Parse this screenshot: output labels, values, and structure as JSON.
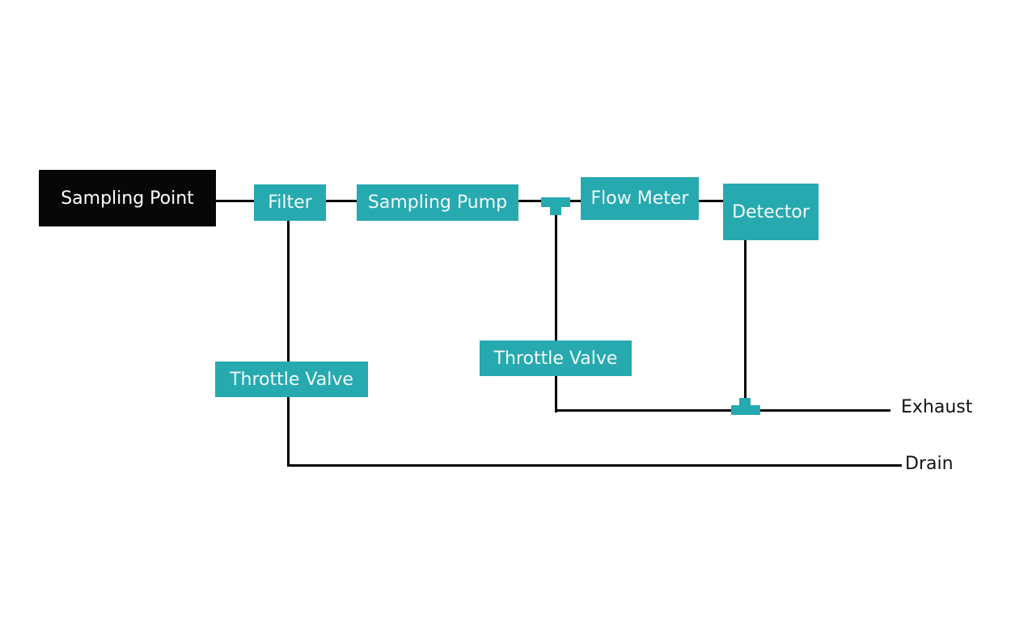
{
  "diagram": {
    "nodes": {
      "sampling_point": "Sampling Point",
      "filter": "Filter",
      "sampling_pump": "Sampling Pump",
      "flow_meter": "Flow Meter",
      "detector": "Detector",
      "throttle_valve_1": "Throttle Valve",
      "throttle_valve_2": "Throttle Valve"
    },
    "outputs": {
      "exhaust": "Exhaust",
      "drain": "Drain"
    },
    "colors": {
      "node": "#27a9b0",
      "source": "#070707",
      "line": "#000000"
    },
    "edges": [
      [
        "Sampling Point",
        "Filter"
      ],
      [
        "Filter",
        "Sampling Pump"
      ],
      [
        "Sampling Pump",
        "Tee 1"
      ],
      [
        "Tee 1",
        "Flow Meter"
      ],
      [
        "Flow Meter",
        "Detector"
      ],
      [
        "Tee 1",
        "Throttle Valve (2)"
      ],
      [
        "Throttle Valve (2)",
        "Tee 2"
      ],
      [
        "Detector",
        "Tee 2"
      ],
      [
        "Tee 2",
        "Exhaust"
      ],
      [
        "Filter",
        "Throttle Valve (1)"
      ],
      [
        "Throttle Valve (1)",
        "Drain"
      ]
    ]
  }
}
